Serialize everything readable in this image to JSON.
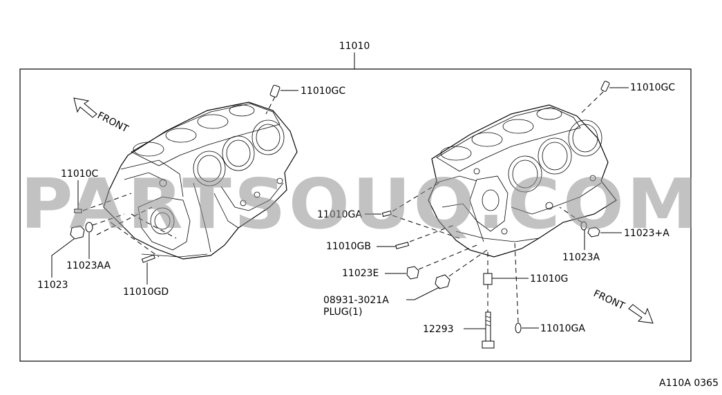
{
  "title_part": "11010",
  "code": "A110A 0365",
  "watermark": "PARTSOUQ.COM",
  "front_left": "FRONT",
  "front_right": "FRONT",
  "labels": {
    "l_11010gc": "11010GC",
    "l_11010c": "11010C",
    "l_11023aa": "11023AA",
    "l_11023": "11023",
    "l_11010gd": "11010GD",
    "r_11010gc": "11010GC",
    "r_11010ga_top": "11010GA",
    "r_11010gb": "11010GB",
    "r_11023e": "11023E",
    "r_08931": "08931-3021A",
    "r_plug": "PLUG(1)",
    "r_12293": "12293",
    "r_11010g": "11010G",
    "r_11010ga_bot": "11010GA",
    "r_11023plusa": "11023+A",
    "r_11023a": "11023A"
  }
}
